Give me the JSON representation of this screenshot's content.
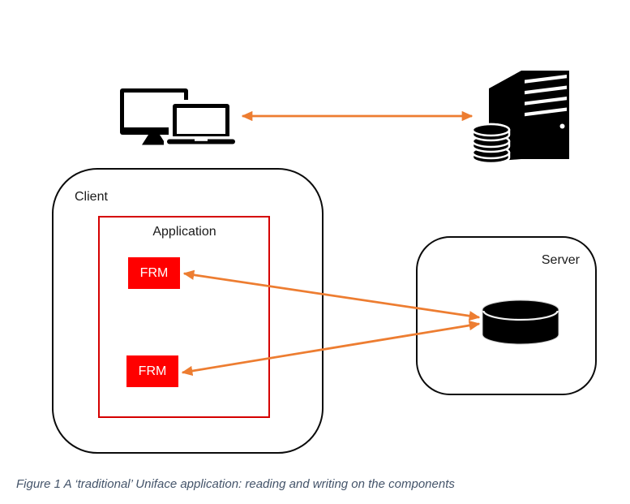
{
  "diagram": {
    "client_label": "Client",
    "application_label": "Application",
    "frm_boxes": [
      "FRM",
      "FRM"
    ],
    "server_label": "Server",
    "caption": "Figure 1 A ‘traditional’ Uniface application: reading and writing on the components"
  },
  "icons": {
    "devices": "desktop-and-laptop-icon",
    "tower": "server-tower-with-database-icon",
    "cylinder": "database-cylinder-icon",
    "network_arrow": "double-headed-network-arrow",
    "data_arrows": [
      "frm1-database-arrow",
      "frm2-database-arrow"
    ]
  },
  "colors": {
    "arrow_orange": "#ED7D31",
    "frm_red": "#FF0000",
    "app_border_red": "#D50000",
    "box_border_black": "#0B0B0B",
    "caption_color": "#44546A",
    "icon_black": "#000000"
  }
}
